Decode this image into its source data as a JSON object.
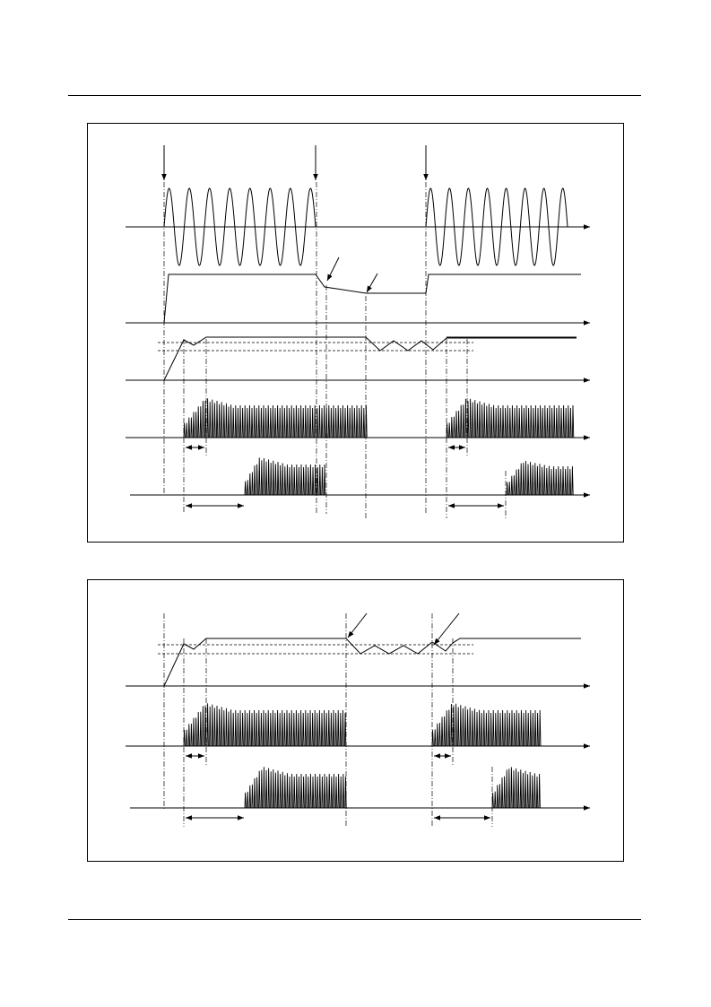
{
  "page": {
    "background": "#ffffff",
    "line_color": "#000000"
  },
  "figures": [
    {
      "id": "figure-top",
      "traces": [
        "ac-input-sine",
        "dc-bus-voltage",
        "regulated-output",
        "switching-pulses-1",
        "switching-pulses-2"
      ]
    },
    {
      "id": "figure-bottom",
      "traces": [
        "regulated-output",
        "switching-pulses-1",
        "switching-pulses-2"
      ]
    }
  ]
}
